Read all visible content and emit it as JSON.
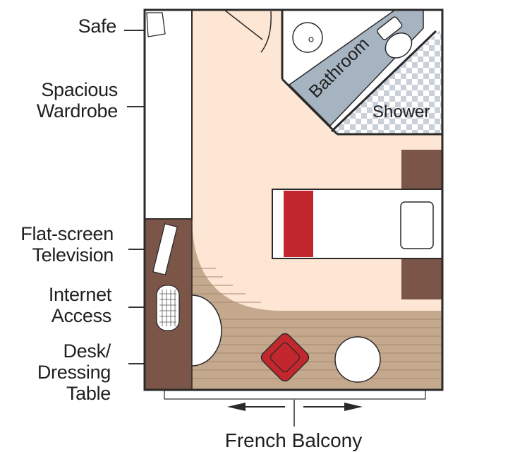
{
  "labels": {
    "safe": "Safe",
    "wardrobe": "Spacious\nWardrobe",
    "television": "Flat-screen\nTelevision",
    "internet": "Internet\nAccess",
    "desk": "Desk/\nDressing\nTable",
    "bathroom": "Bathroom",
    "shower": "Shower",
    "balcony": "French Balcony"
  },
  "colors": {
    "floor": "#fde6d3",
    "wood": "#c4a98e",
    "dark_wood": "#7a5548",
    "bathroom": "#a6b4c2",
    "accent_red": "#c1272d",
    "outline": "#2a2a2a"
  }
}
